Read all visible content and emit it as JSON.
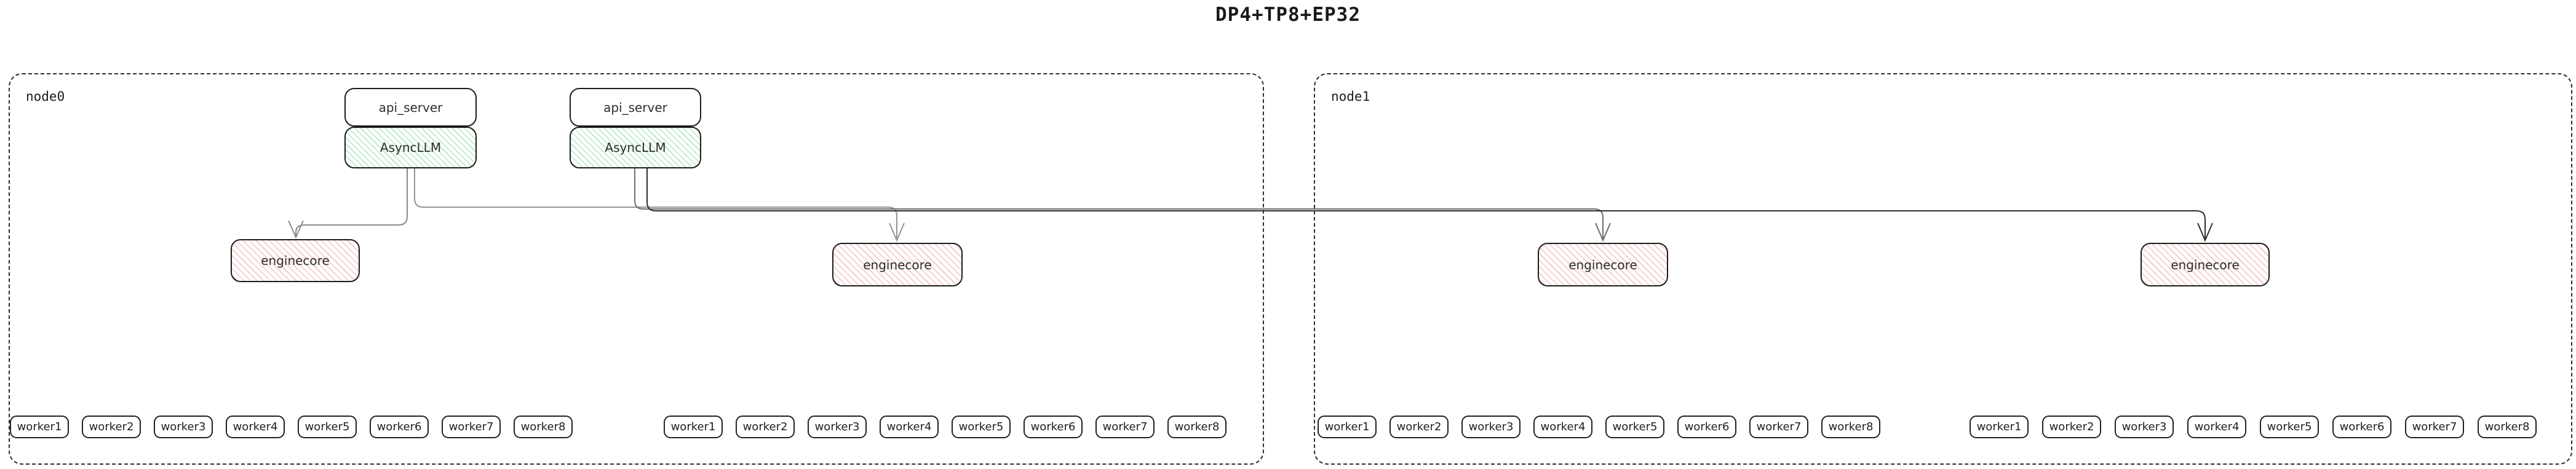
{
  "title": "DP4+TP8+EP32",
  "colors": {
    "hatch-green": "#b3e6c3",
    "hatch-red": "#f3c6c2",
    "box-border": "#1c1c1c",
    "node-border": "#2e2e2e"
  },
  "nodes": [
    {
      "label": "node0",
      "pairs": [
        {
          "api_server": "api_server",
          "async_llm": "AsyncLLM"
        },
        {
          "api_server": "api_server",
          "async_llm": "AsyncLLM"
        }
      ],
      "enginecores": [
        "enginecore",
        "enginecore"
      ],
      "worker_groups": [
        [
          "worker1",
          "worker2",
          "worker3",
          "worker4",
          "worker5",
          "worker6",
          "worker7",
          "worker8"
        ],
        [
          "worker1",
          "worker2",
          "worker3",
          "worker4",
          "worker5",
          "worker6",
          "worker7",
          "worker8"
        ]
      ]
    },
    {
      "label": "node1",
      "pairs": [],
      "enginecores": [
        "enginecore",
        "enginecore"
      ],
      "worker_groups": [
        [
          "worker1",
          "worker2",
          "worker3",
          "worker4",
          "worker5",
          "worker6",
          "worker7",
          "worker8"
        ],
        [
          "worker1",
          "worker2",
          "worker3",
          "worker4",
          "worker5",
          "worker6",
          "worker7",
          "worker8"
        ]
      ]
    }
  ]
}
